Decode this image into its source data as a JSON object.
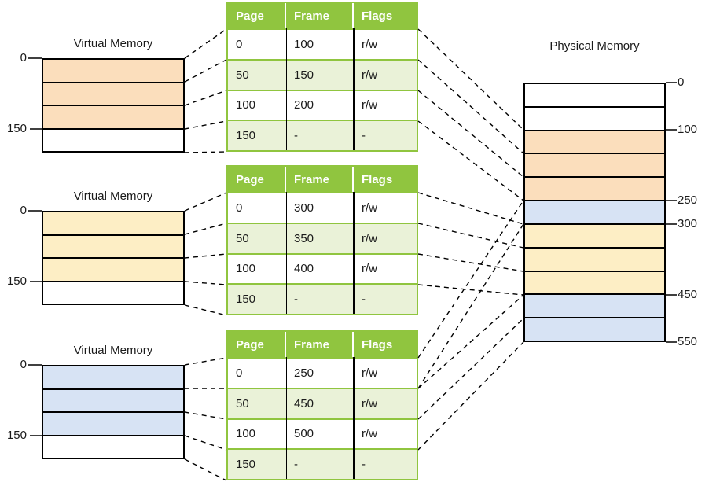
{
  "diagram": {
    "colors": {
      "orange": "#fbdebc",
      "yellow": "#fdeec5",
      "blue": "#d7e3f4",
      "white": "#ffffff",
      "table_green": "#90c53f",
      "table_row_green": "#eaf2d8"
    },
    "virtual_memories": [
      {
        "title": "Virtual Memory",
        "address_labels": [
          "0",
          "150"
        ],
        "page_colors": [
          "orange",
          "orange",
          "orange",
          "white"
        ]
      },
      {
        "title": "Virtual Memory",
        "address_labels": [
          "0",
          "150"
        ],
        "page_colors": [
          "yellow",
          "yellow",
          "yellow",
          "white"
        ]
      },
      {
        "title": "Virtual Memory",
        "address_labels": [
          "0",
          "150"
        ],
        "page_colors": [
          "blue",
          "blue",
          "blue",
          "white"
        ]
      }
    ],
    "page_tables": [
      {
        "columns": [
          "Page",
          "Frame",
          "Flags"
        ],
        "rows": [
          [
            "0",
            "100",
            "r/w"
          ],
          [
            "50",
            "150",
            "r/w"
          ],
          [
            "100",
            "200",
            "r/w"
          ],
          [
            "150",
            "-",
            "-"
          ]
        ]
      },
      {
        "columns": [
          "Page",
          "Frame",
          "Flags"
        ],
        "rows": [
          [
            "0",
            "300",
            "r/w"
          ],
          [
            "50",
            "350",
            "r/w"
          ],
          [
            "100",
            "400",
            "r/w"
          ],
          [
            "150",
            "-",
            "-"
          ]
        ]
      },
      {
        "columns": [
          "Page",
          "Frame",
          "Flags"
        ],
        "rows": [
          [
            "0",
            "250",
            "r/w"
          ],
          [
            "50",
            "450",
            "r/w"
          ],
          [
            "100",
            "500",
            "r/w"
          ],
          [
            "150",
            "-",
            "-"
          ]
        ]
      }
    ],
    "physical_memory": {
      "title": "Physical Memory",
      "address_labels": [
        "0",
        "100",
        "250",
        "300",
        "450",
        "550"
      ],
      "frame_colors": [
        "white",
        "white",
        "orange",
        "orange",
        "orange",
        "blue",
        "yellow",
        "yellow",
        "yellow",
        "blue",
        "blue"
      ]
    }
  }
}
